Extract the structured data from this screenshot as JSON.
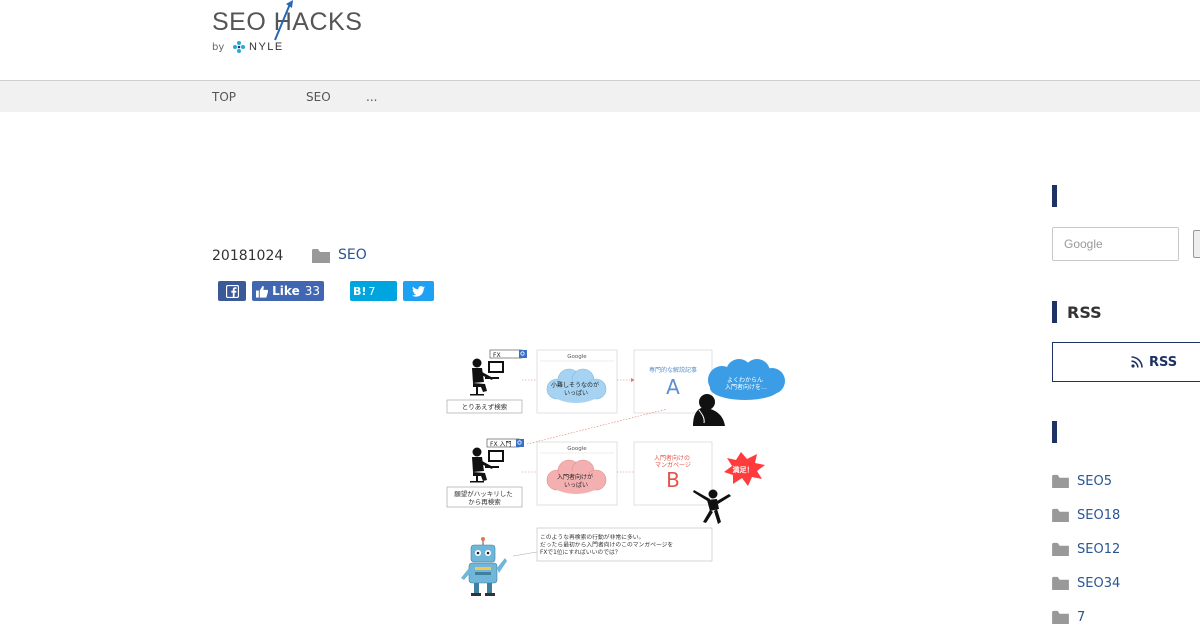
{
  "header": {
    "logo_text": "SEO HACKS",
    "by": "by",
    "brand": "NYLE"
  },
  "nav": [
    "TOP",
    "SEO",
    "..."
  ],
  "article": {
    "date": "20181024",
    "category": "SEO",
    "share": {
      "like_label": "Like",
      "like_count": "33",
      "hatena_label": "B!",
      "hatena_count": "7"
    },
    "figure": {
      "search_query_1": "FX",
      "search_query_2": "FX 入門",
      "google_label": "Google",
      "cloud_1": "小難しそうなのが\nいっぱい",
      "cloud_2": "入門者向けが\nいっぱい",
      "result_a_title": "専門的な解説記事",
      "result_a_letter": "A",
      "result_b_title": "入門者向けの\nマンガページ",
      "result_b_letter": "B",
      "thought_bubble": "よくわからん\n入門者向けを…",
      "burst_text": "満足！",
      "caption_1": "とりあえず検索",
      "caption_2": "願望がハッキリした\nから再検索",
      "robot_note": "このような再検索の行動が非常に多い。\nだったら最初から入門者向けのこのマンガページを\nFXで1位にすればいいのでは？"
    }
  },
  "sidebar": {
    "search_placeholder": "Google",
    "rss_title": "RSS",
    "rss_button": "RSS",
    "categories": [
      "SEO5",
      "SEO18",
      "SEO12",
      "SEO34",
      "7"
    ]
  },
  "colors": {
    "brand_navy": "#1e3264",
    "link": "#2a5592",
    "facebook": "#3b5998",
    "hatena": "#00a4de",
    "twitter": "#1da1f2"
  }
}
